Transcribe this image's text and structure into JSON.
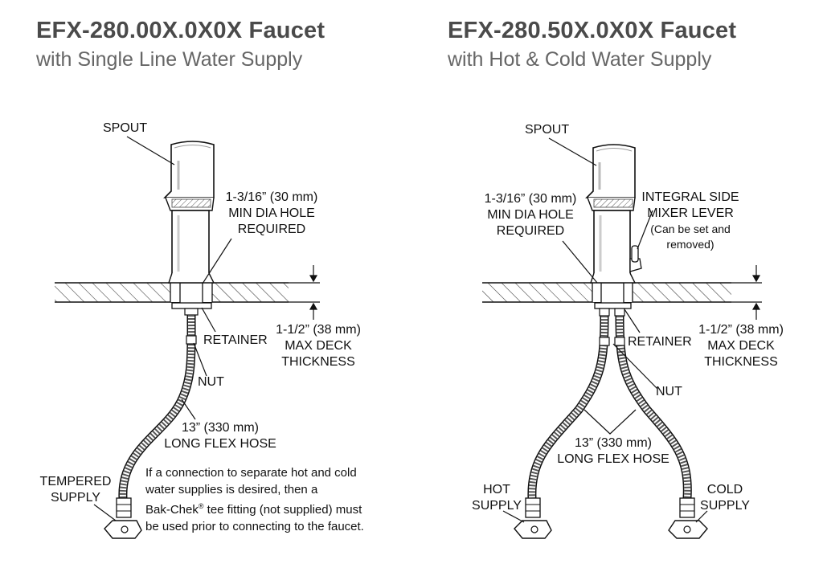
{
  "left": {
    "title": "EFX-280.00X.0X0X Faucet",
    "subtitle": "with Single Line Water Supply",
    "labels": {
      "spout": "SPOUT",
      "hole_1": "1-3/16” (30 mm)",
      "hole_2": "MIN DIA HOLE",
      "hole_3": "REQUIRED",
      "retainer": "RETAINER",
      "deck_1": "1-1/2” (38 mm)",
      "deck_2": "MAX DECK",
      "deck_3": "THICKNESS",
      "nut": "NUT",
      "hose_1": "13” (330 mm)",
      "hose_2": "LONG FLEX HOSE",
      "supply_1": "TEMPERED",
      "supply_2": "SUPPLY"
    },
    "note": {
      "line1": "If a connection to separate hot and cold",
      "line2": "water supplies is desired, then a",
      "line3_a": "Bak-Chek",
      "line3_reg": "®",
      "line3_b": " tee fitting (not supplied) must",
      "line4": "be used prior to connecting to the faucet."
    }
  },
  "right": {
    "title": "EFX-280.50X.0X0X Faucet",
    "subtitle": "with Hot & Cold Water Supply",
    "labels": {
      "spout": "SPOUT",
      "hole_1": "1-3/16” (30 mm)",
      "hole_2": "MIN DIA HOLE",
      "hole_3": "REQUIRED",
      "lever_1": "INTEGRAL SIDE",
      "lever_2": "MIXER LEVER",
      "lever_3": "(Can be set and",
      "lever_4": "removed)",
      "retainer": "RETAINER",
      "deck_1": "1-1/2” (38 mm)",
      "deck_2": "MAX DECK",
      "deck_3": "THICKNESS",
      "nut": "NUT",
      "hose_1": "13” (330 mm)",
      "hose_2": "LONG FLEX HOSE",
      "hot_1": "HOT",
      "hot_2": "SUPPLY",
      "cold_1": "COLD",
      "cold_2": "SUPPLY"
    }
  }
}
